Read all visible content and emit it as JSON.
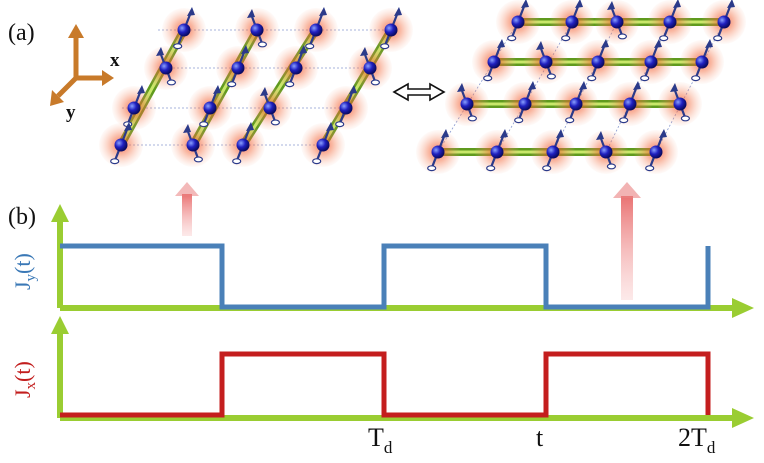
{
  "labels": {
    "panel_a": "(a)",
    "panel_b": "(b)",
    "axis_x": "x",
    "axis_y": "y",
    "jy_main": "J",
    "jy_sub": "y",
    "jy_arg": "(t)",
    "jx_main": "J",
    "jx_sub": "x",
    "jx_arg": "(t)",
    "tick_td_main": "T",
    "tick_td_sub": "d",
    "tick_t": "t",
    "tick_2td_main": "2T",
    "tick_2td_sub": "d"
  },
  "colors": {
    "jy_signal": "#4a80b8",
    "jx_signal": "#c41e1e",
    "axis_green": "#9acd32",
    "atom": "#1a1aa8",
    "halo": "#f26a3a",
    "bond": "#8cc63f",
    "frame_axis": "#c87a2a"
  },
  "signals": {
    "jy": [
      [
        0,
        1
      ],
      [
        1,
        1
      ],
      [
        1,
        0
      ],
      [
        2,
        0
      ],
      [
        2,
        1
      ],
      [
        3,
        1
      ],
      [
        3,
        0
      ],
      [
        4,
        0
      ],
      [
        4,
        1
      ]
    ],
    "jx": [
      [
        0,
        0
      ],
      [
        1,
        0
      ],
      [
        1,
        1
      ],
      [
        2,
        1
      ],
      [
        2,
        0
      ],
      [
        3,
        0
      ],
      [
        3,
        1
      ],
      [
        4,
        1
      ],
      [
        4,
        0
      ]
    ]
  }
}
